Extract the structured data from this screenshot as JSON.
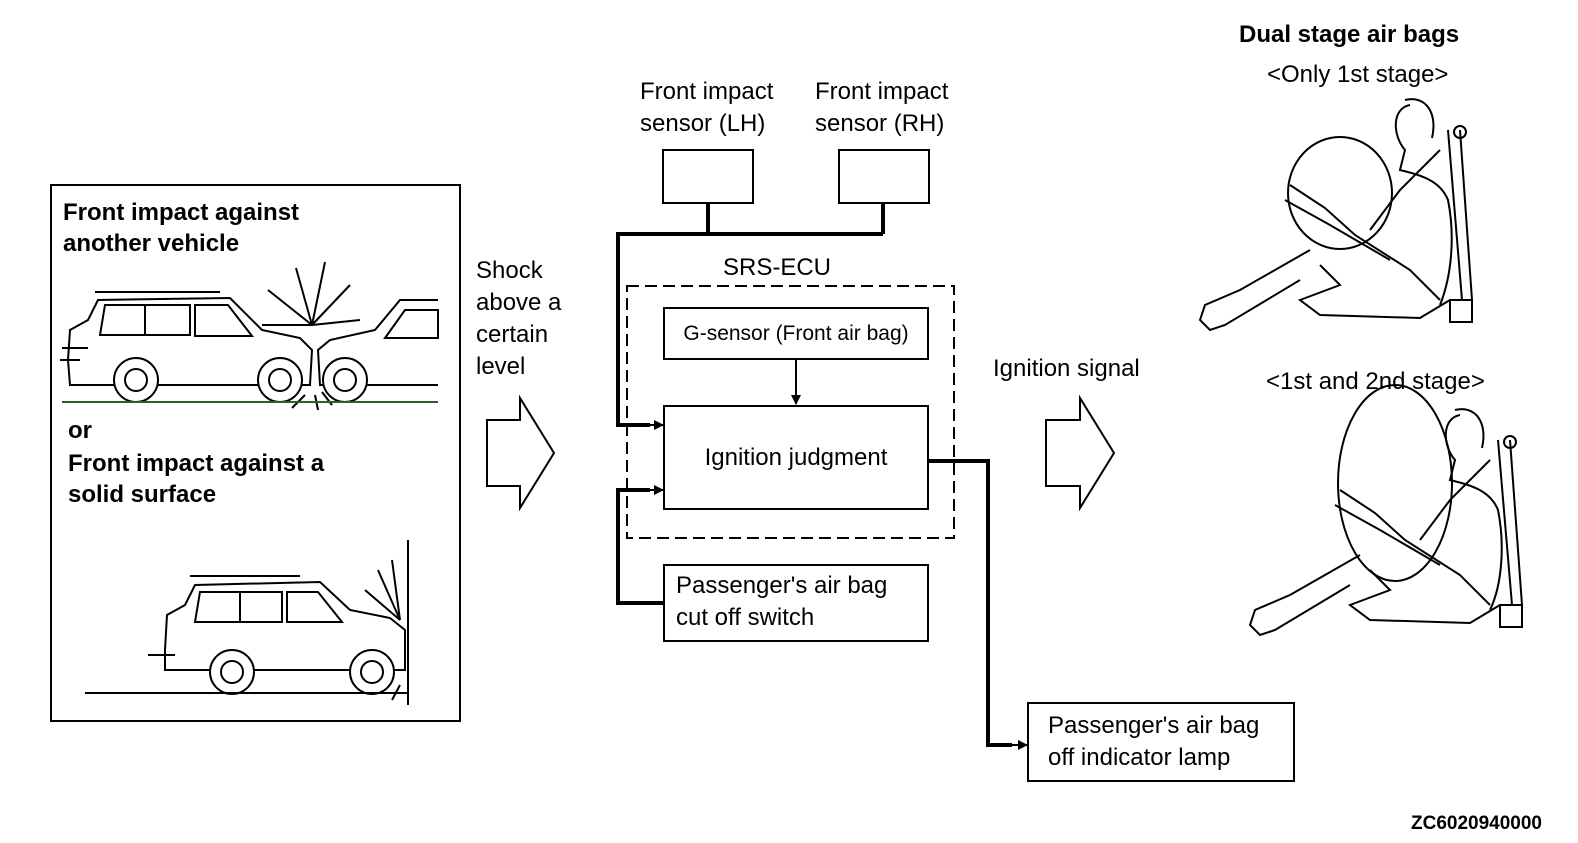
{
  "left_panel": {
    "heading_line1": "Front impact against",
    "heading_line2": "another vehicle",
    "or_text": "or",
    "heading2_line1": "Front impact against a",
    "heading2_line2": "solid surface"
  },
  "shock": {
    "line1": "Shock",
    "line2": "above a",
    "line3": "certain",
    "line4": "level"
  },
  "sensors": {
    "lh_line1": "Front impact",
    "lh_line2": "sensor (LH)",
    "rh_line1": "Front impact",
    "rh_line2": "sensor (RH)"
  },
  "ecu": {
    "title": "SRS-ECU",
    "gsensor": "G-sensor (Front air bag)",
    "judgment": "Ignition judgment"
  },
  "switch": {
    "line1": "Passenger's air bag",
    "line2": "cut off switch"
  },
  "ignition_signal": "Ignition signal",
  "lamp": {
    "line1": "Passenger's air bag",
    "line2": "off indicator lamp"
  },
  "airbags": {
    "title": "Dual stage air bags",
    "stage1": "<Only 1st stage>",
    "stage2": "<1st and 2nd stage>"
  },
  "figure_code": "ZC6020940000"
}
